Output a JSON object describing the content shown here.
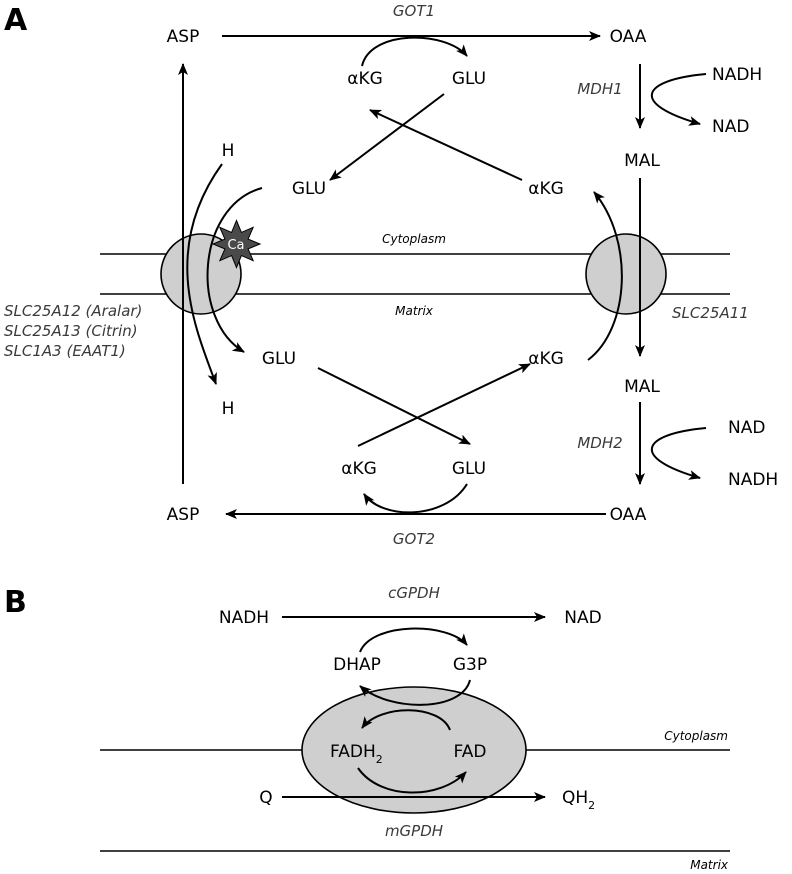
{
  "panels": {
    "a": "A",
    "b": "B"
  },
  "panel_a": {
    "asp_top": "ASP",
    "oaa_top": "OAA",
    "got1": "GOT1",
    "akg_cyto_left": "αKG",
    "glu_cyto_right": "GLU",
    "mdh1": "MDH1",
    "nadh_top": "NADH",
    "nad_top": "NAD",
    "mal_top": "MAL",
    "h_top": "H",
    "glu_cyto": "GLU",
    "akg_cyto": "αKG",
    "calcium": "Ca",
    "cytoplasm": "Cytoplasm",
    "matrix": "Matrix",
    "carrier_left": [
      "SLC25A12 (Aralar)",
      "SLC25A13 (Citrin)",
      "SLC1A3 (EAAT1)"
    ],
    "carrier_right": "SLC25A11",
    "glu_matrix": "GLU",
    "akg_matrix": "αKG",
    "h_bottom": "H",
    "mal_bottom": "MAL",
    "mdh2": "MDH2",
    "nad_bottom": "NAD",
    "nadh_bottom": "NADH",
    "akg_mat_left": "αKG",
    "glu_mat_right": "GLU",
    "asp_bottom": "ASP",
    "oaa_bottom": "OAA",
    "got2": "GOT2"
  },
  "panel_b": {
    "cgpdh": "cGPDH",
    "nadh": "NADH",
    "nad": "NAD",
    "dhap": "DHAP",
    "g3p": "G3P",
    "fadh2": "FADH",
    "fadh2_sub": "2",
    "fad": "FAD",
    "cytoplasm": "Cytoplasm",
    "q": "Q",
    "qh2": "QH",
    "qh2_sub": "2",
    "mgpdh": "mGPDH",
    "matrix": "Matrix"
  }
}
